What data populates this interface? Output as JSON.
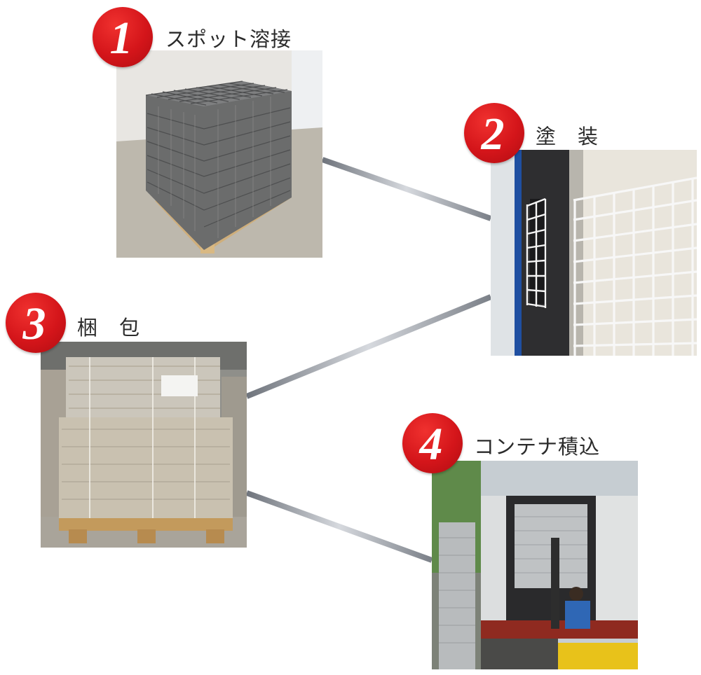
{
  "steps": [
    {
      "number": "1",
      "label": "スポット溶接"
    },
    {
      "number": "2",
      "label": "塗　装"
    },
    {
      "number": "3",
      "label": "梱　包"
    },
    {
      "number": "4",
      "label": "コンテナ積込"
    }
  ],
  "colors": {
    "badge": "#d4151a",
    "connector": "#8a8e96"
  },
  "photos": {
    "welding": "stacked-welded-wire-mesh-on-pallet",
    "painting": "white-coated-mesh-panels-in-paint-booth",
    "packing": "plastic-wrapped-mesh-bundles-on-pallets",
    "loading": "forklift-loading-mesh-into-container"
  }
}
